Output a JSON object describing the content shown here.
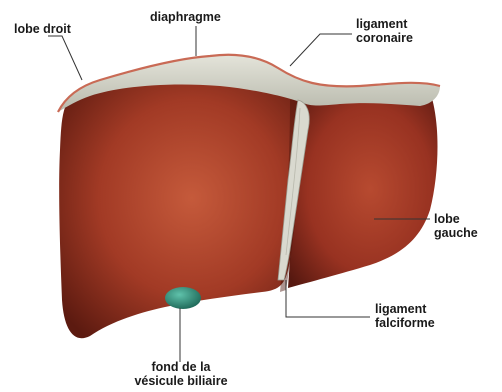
{
  "labels": {
    "lobe_droit": "lobe droit",
    "diaphragme": "diaphragme",
    "ligament_coronaire": [
      "ligament",
      "coronaire"
    ],
    "lobe_gauche": [
      "lobe",
      "gauche"
    ],
    "ligament_falciforme": [
      "ligament",
      "falciforme"
    ],
    "fond_vesicule": [
      "fond de la",
      "vésicule biliaire"
    ]
  },
  "colors": {
    "liver": "#9e3322",
    "liver_dark": "#5e1a10",
    "liver_light": "#c65a3c",
    "diaphragm": "#cfcfc4",
    "diaphragm_edge": "#c96a55",
    "gallbladder": "#2f8f7c",
    "leader_line": "#333333"
  }
}
